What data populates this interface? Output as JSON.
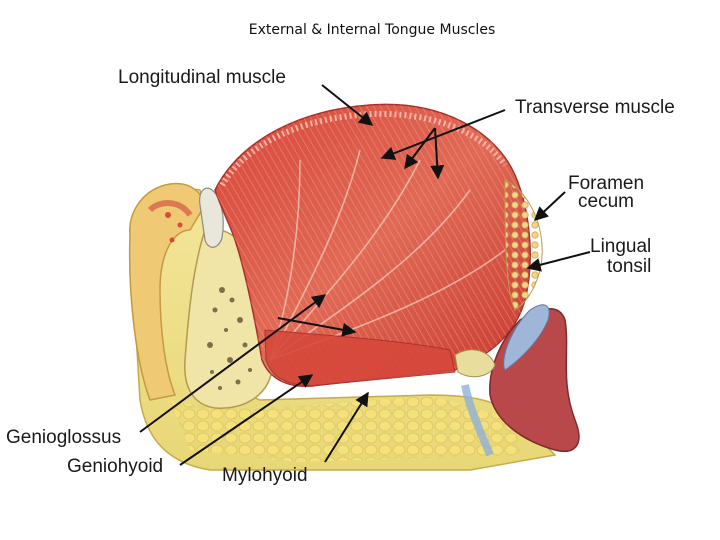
{
  "slide": {
    "title": "External & Internal Tongue Muscles"
  },
  "labels": {
    "longitudinal": "Longitudinal muscle",
    "transverse": "Transverse muscle",
    "foramen_line1": "Foramen",
    "foramen_line2": "cecum",
    "lingual_line1": "Lingual",
    "lingual_line2": "tonsil",
    "genioglossus": "Genioglossus",
    "geniohyoid": "Geniohyoid",
    "mylohyoid": "Mylohyoid"
  }
}
